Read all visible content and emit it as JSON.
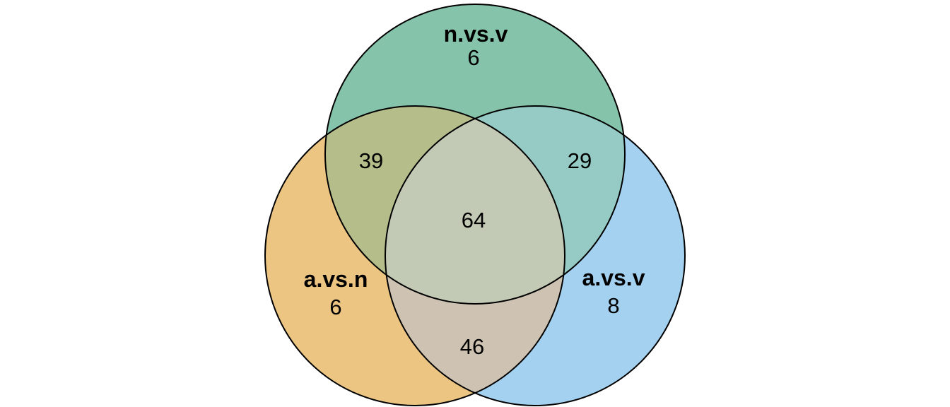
{
  "figure": {
    "background_color": "#FFFFFF",
    "outline_color": "#000000",
    "text_color": "#000000"
  },
  "chart_data": {
    "type": "venn",
    "title": "",
    "legend_position": "none",
    "sets": [
      {
        "label": "n.vs.v",
        "unique_count": "6",
        "fill": "#85C4AA",
        "position": "top"
      },
      {
        "label": "a.vs.n",
        "unique_count": "6",
        "fill": "#ECC583",
        "position": "bottom-left"
      },
      {
        "label": "a.vs.v",
        "unique_count": "8",
        "fill": "#A3D1EF",
        "position": "bottom-right"
      }
    ],
    "overlaps": [
      {
        "between": [
          "n.vs.v",
          "a.vs.n"
        ],
        "count": "39",
        "fill": "#B5BD8A"
      },
      {
        "between": [
          "n.vs.v",
          "a.vs.v"
        ],
        "count": "29",
        "fill": "#96CBC5"
      },
      {
        "between": [
          "a.vs.n",
          "a.vs.v"
        ],
        "count": "46",
        "fill": "#CEC3B2"
      },
      {
        "between": [
          "n.vs.v",
          "a.vs.n",
          "a.vs.v"
        ],
        "count": "64",
        "fill": "#C2C9B4"
      }
    ]
  }
}
